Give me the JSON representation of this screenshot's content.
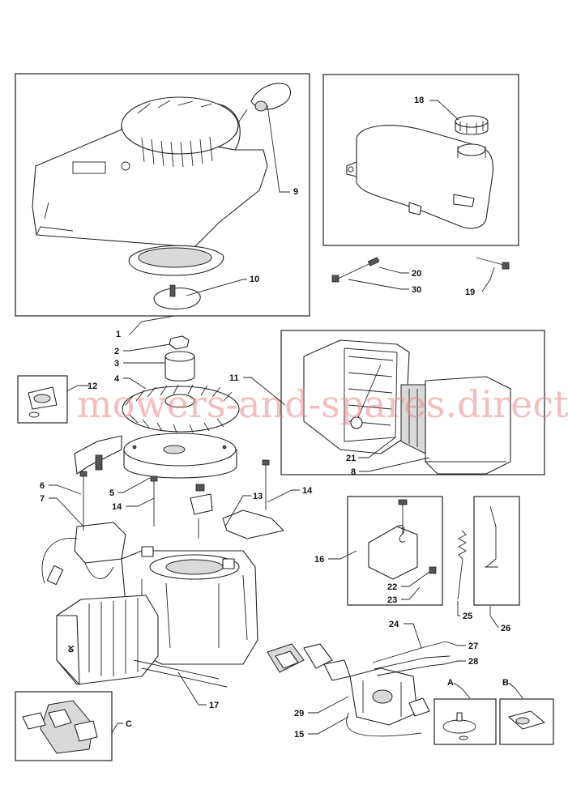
{
  "watermark": "mowers-and-spares.direct",
  "callouts": [
    {
      "id": "9",
      "label": "9"
    },
    {
      "id": "10",
      "label": "10"
    },
    {
      "id": "1",
      "label": "1"
    },
    {
      "id": "18",
      "label": "18"
    },
    {
      "id": "20",
      "label": "20"
    },
    {
      "id": "30",
      "label": "30"
    },
    {
      "id": "19",
      "label": "19"
    },
    {
      "id": "2",
      "label": "2"
    },
    {
      "id": "3",
      "label": "3"
    },
    {
      "id": "4",
      "label": "4"
    },
    {
      "id": "12",
      "label": "12"
    },
    {
      "id": "11",
      "label": "11"
    },
    {
      "id": "21",
      "label": "21"
    },
    {
      "id": "8",
      "label": "8"
    },
    {
      "id": "5",
      "label": "5"
    },
    {
      "id": "6",
      "label": "6"
    },
    {
      "id": "7",
      "label": "7"
    },
    {
      "id": "14a",
      "label": "14"
    },
    {
      "id": "13",
      "label": "13"
    },
    {
      "id": "14b",
      "label": "14"
    },
    {
      "id": "16",
      "label": "16"
    },
    {
      "id": "22",
      "label": "22"
    },
    {
      "id": "23",
      "label": "23"
    },
    {
      "id": "25",
      "label": "25"
    },
    {
      "id": "26",
      "label": "26"
    },
    {
      "id": "24",
      "label": "24"
    },
    {
      "id": "27",
      "label": "27"
    },
    {
      "id": "28",
      "label": "28"
    },
    {
      "id": "17",
      "label": "17"
    },
    {
      "id": "29",
      "label": "29"
    },
    {
      "id": "15",
      "label": "15"
    },
    {
      "id": "A",
      "label": "A"
    },
    {
      "id": "B",
      "label": "B"
    },
    {
      "id": "C",
      "label": "C"
    }
  ]
}
